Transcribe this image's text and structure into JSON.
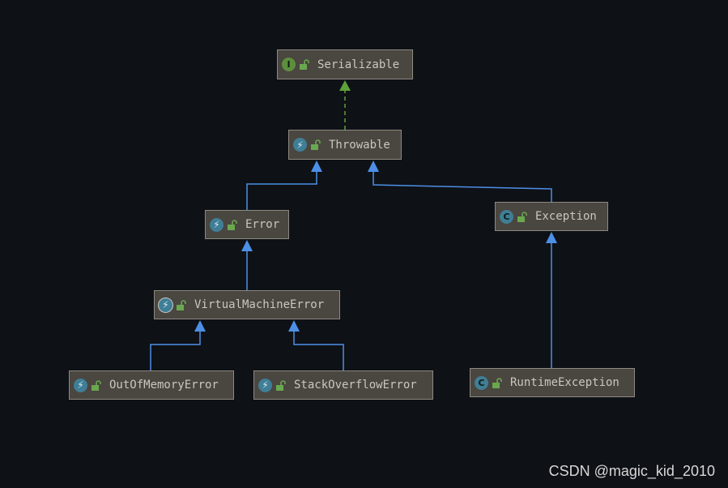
{
  "nodes": {
    "serializable": {
      "label": "Serializable",
      "kind": "interface",
      "icon": "interface-icon",
      "badge": "I"
    },
    "throwable": {
      "label": "Throwable",
      "kind": "abstract",
      "icon": "exception-class-icon",
      "badge": "⚡"
    },
    "error": {
      "label": "Error",
      "kind": "abstract",
      "icon": "exception-class-icon",
      "badge": "⚡"
    },
    "exception": {
      "label": "Exception",
      "kind": "class",
      "icon": "class-icon",
      "badge": "C"
    },
    "vme": {
      "label": "VirtualMachineError",
      "kind": "abstract",
      "icon": "abstract-exception-class-icon",
      "badge": "⚡"
    },
    "oome": {
      "label": "OutOfMemoryError",
      "kind": "abstract",
      "icon": "exception-class-icon",
      "badge": "⚡"
    },
    "soe": {
      "label": "StackOverflowError",
      "kind": "abstract",
      "icon": "exception-class-icon",
      "badge": "⚡"
    },
    "runtime": {
      "label": "RuntimeException",
      "kind": "class",
      "icon": "class-icon",
      "badge": "C"
    }
  },
  "edges": [
    {
      "from": "throwable",
      "to": "serializable",
      "type": "implements"
    },
    {
      "from": "error",
      "to": "throwable",
      "type": "extends"
    },
    {
      "from": "exception",
      "to": "throwable",
      "type": "extends"
    },
    {
      "from": "vme",
      "to": "error",
      "type": "extends"
    },
    {
      "from": "oome",
      "to": "vme",
      "type": "extends"
    },
    {
      "from": "soe",
      "to": "vme",
      "type": "extends"
    },
    {
      "from": "runtime",
      "to": "exception",
      "type": "extends"
    }
  ],
  "colors": {
    "background": "#0e1116",
    "node_fill": "#4a4640",
    "node_border": "#8d8a82",
    "node_text": "#c9c7c2",
    "extends_edge": "#4d8fe6",
    "implements_edge": "#5ba23a",
    "interface_badge": "#5c8f3c",
    "class_badge": "#3f7e96",
    "lock": "#6aa84f"
  },
  "watermark": "CSDN @magic_kid_2010"
}
